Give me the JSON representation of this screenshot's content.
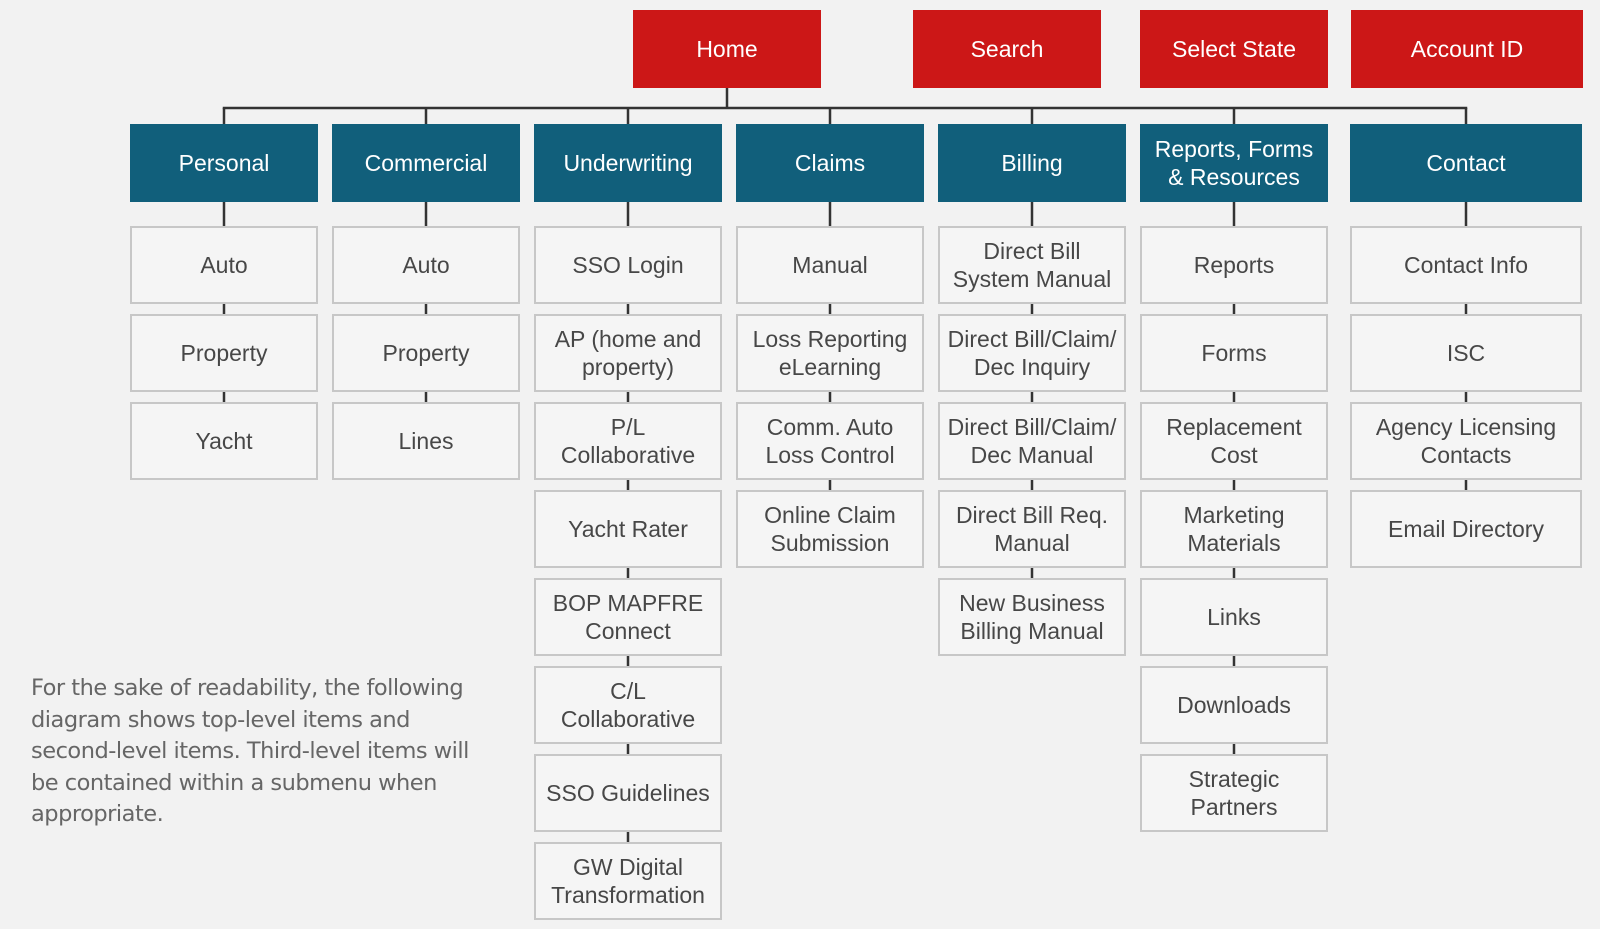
{
  "top_nav": [
    {
      "label": "Home"
    },
    {
      "label": "Search"
    },
    {
      "label": "Select State"
    },
    {
      "label": "Account ID"
    }
  ],
  "sections": [
    {
      "label": "Personal",
      "children": [
        "Auto",
        "Property",
        "Yacht"
      ]
    },
    {
      "label": "Commercial",
      "children": [
        "Auto",
        "Property",
        "Lines"
      ]
    },
    {
      "label": "Underwriting",
      "children": [
        "SSO Login",
        "AP (home and\nproperty)",
        "P/L\nCollaborative",
        "Yacht Rater",
        "BOP MAPFRE\nConnect",
        "C/L\nCollaborative",
        "SSO Guidelines",
        "GW Digital\nTransformation"
      ]
    },
    {
      "label": "Claims",
      "children": [
        "Manual",
        "Loss Reporting\neLearning",
        "Comm. Auto\nLoss Control",
        "Online Claim\nSubmission"
      ]
    },
    {
      "label": "Billing",
      "children": [
        "Direct Bill\nSystem Manual",
        "Direct Bill/Claim/\nDec Inquiry",
        "Direct Bill/Claim/\nDec Manual",
        "Direct Bill Req.\nManual",
        "New Business\nBilling Manual"
      ]
    },
    {
      "label": "Reports, Forms\n& Resources",
      "children": [
        "Reports",
        "Forms",
        "Replacement\nCost",
        "Marketing\nMaterials",
        "Links",
        "Downloads",
        "Strategic\nPartners"
      ]
    },
    {
      "label": "Contact",
      "children": [
        "Contact Info",
        "ISC",
        "Agency Licensing\nContacts",
        "Email Directory"
      ]
    }
  ],
  "note": "For the sake of readability, the following diagram shows top-level items and second-level items. Third-level items will be contained within a submenu when appropriate.",
  "colors": {
    "top_nav": "#cc1717",
    "section": "#115f7b",
    "child_border": "#c7c7c7",
    "connector": "#333333"
  }
}
